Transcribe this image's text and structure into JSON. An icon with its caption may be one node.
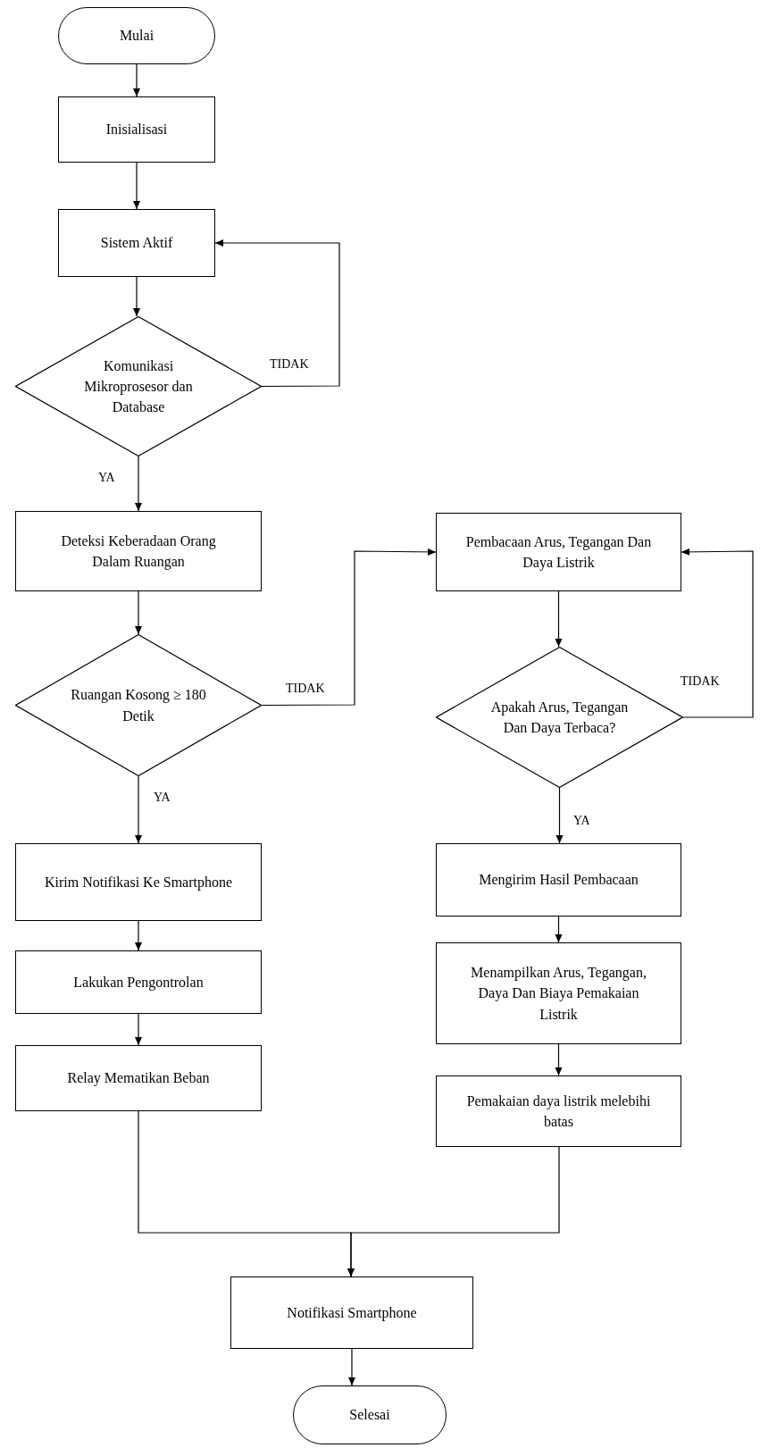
{
  "diagram": {
    "nodes": [
      {
        "text": [
          "Mulai"
        ]
      },
      {
        "text": [
          "Inisialisasi"
        ]
      },
      {
        "text": [
          "Sistem Aktif"
        ]
      },
      {
        "text": [
          "Komunikasi Mikroprosesor dan Database"
        ]
      },
      {
        "text": [
          "Deteksi Keberadaan Orang Dalam Ruangan"
        ]
      },
      {
        "text": [
          "Ruangan Kosong ≥ 180 Detik"
        ]
      },
      {
        "text": [
          "Kirim Notifikasi Ke Smartphone"
        ]
      },
      {
        "text": [
          "Lakukan Pengontrolan"
        ]
      },
      {
        "text": [
          "Relay Mematikan Beban"
        ]
      },
      {
        "text": [
          "Pembacaan Arus, Tegangan Dan Daya Listrik"
        ]
      },
      {
        "text": [
          "Apakah Arus, Tegangan Dan Daya Terbaca?"
        ]
      },
      {
        "text": [
          "Mengirim Hasil Pembacaan"
        ]
      },
      {
        "text": [
          "Menampilkan Arus, Tegangan, Daya Dan Biaya Pemakaian Listrik"
        ]
      },
      {
        "text": [
          "Pemakaian daya listrik melebihi batas"
        ]
      },
      {
        "text": [
          "Notifikasi Smartphone"
        ]
      },
      {
        "text": [
          "Selesai"
        ]
      }
    ],
    "edges": [
      {
        "from": 0,
        "to": 1,
        "arrow": "to"
      },
      {
        "from": 1,
        "to": 2,
        "arrow": "to"
      },
      {
        "from": 2,
        "to": 3,
        "arrow": "to"
      },
      {
        "from": 3,
        "to": 2,
        "arrow": "to",
        "label": "TIDAK"
      },
      {
        "from": 3,
        "to": 4,
        "arrow": "to",
        "label": "YA"
      },
      {
        "from": 4,
        "to": 5,
        "arrow": "to"
      },
      {
        "from": 5,
        "to": 9,
        "arrow": "to",
        "label": "TIDAK"
      },
      {
        "from": 5,
        "to": 6,
        "arrow": "to",
        "label": "YA"
      },
      {
        "from": 6,
        "to": 7,
        "arrow": "to"
      },
      {
        "from": 7,
        "to": 8,
        "arrow": "to"
      },
      {
        "from": 8,
        "to": 14,
        "arrow": "to"
      },
      {
        "from": 10,
        "to": 9,
        "arrow": "to",
        "label": "TIDAK"
      },
      {
        "from": 9,
        "to": 10,
        "arrow": "to"
      },
      {
        "from": 10,
        "to": 11,
        "arrow": "to",
        "label": "YA"
      },
      {
        "from": 11,
        "to": 12,
        "arrow": "to"
      },
      {
        "from": 12,
        "to": 13,
        "arrow": "to"
      },
      {
        "from": 13,
        "to": 14,
        "arrow": "to"
      },
      {
        "from": 14,
        "to": 15,
        "arrow": "to"
      }
    ]
  }
}
